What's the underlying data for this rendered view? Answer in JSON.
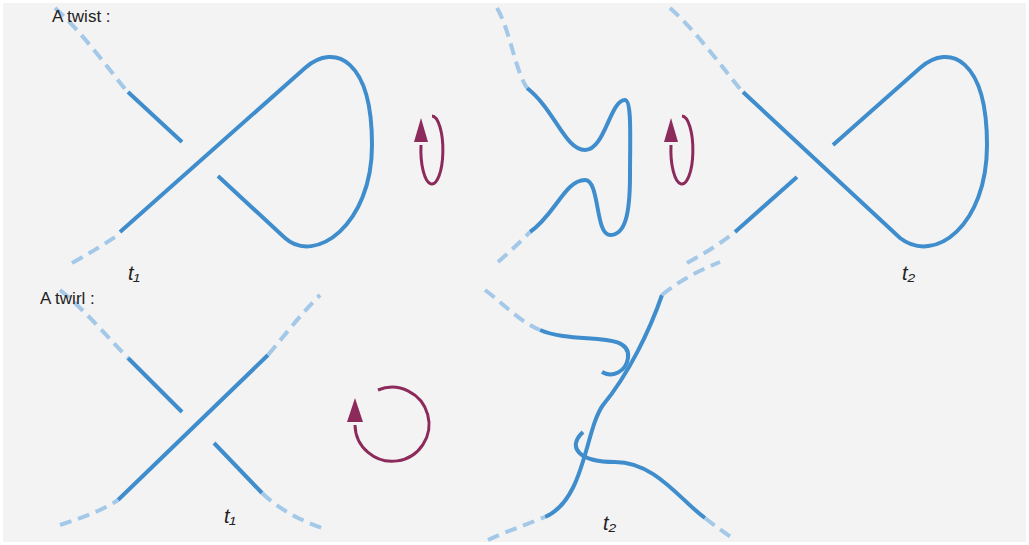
{
  "diagram": {
    "labels": [
      "A twist :",
      "t₁",
      "t₂",
      "A twirl :",
      "t₁",
      "t₂"
    ]
  }
}
